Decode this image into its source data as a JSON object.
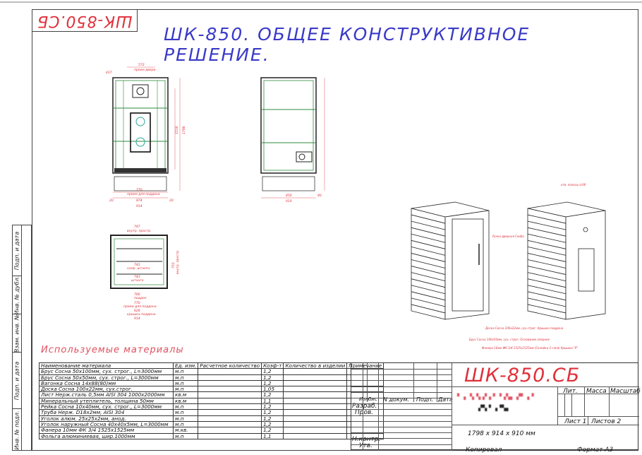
{
  "sheet": {
    "stamp_code": "ШК-850.СБ",
    "title": "ШК-850. ОБЩЕЕ КОНСТРУКТИВНОЕ РЕШЕНИЕ.",
    "side_strip": [
      "Инв. № подл.",
      "Подп. и дата",
      "Взам. инв. №",
      "Инв. № дубл.",
      "Подп. и дата"
    ]
  },
  "drawings": {
    "front_view": {
      "dims": [
        "572",
        "проем двери",
        "437",
        "1798",
        "1518",
        "770",
        "проем для поддона",
        "874",
        "20",
        "914",
        "20"
      ]
    },
    "side_view": {
      "dims": [
        "450",
        "910",
        "40"
      ]
    },
    "plan_view": {
      "dims": [
        "747",
        "внутр. простр.",
        "743",
        "напр. штанги",
        "743",
        "штанга",
        "766",
        "поддон",
        "770",
        "проем для поддона",
        "828",
        "крышка поддона",
        "914",
        "750",
        "внутр. простр."
      ]
    },
    "iso_notes": [
      "Ручка дверная Скиба",
      "Доска Сосна 100х22мм, сух.строг. Крышка поддона",
      "Брус Сосна 100х50мм, сух. строг. Основание опорное",
      "Фанера 10мм ФК 3/4 1525х1525мм (Склейка 2 слоя) Крышка \"Р\"",
      "отв. полосы d.96"
    ]
  },
  "materials": {
    "heading": "Используемые материалы",
    "columns": [
      "Наименование материала",
      "Ед. изм.",
      "Расчетное количество",
      "Коэф-т",
      "Количество в изделии",
      "Примечание"
    ],
    "rows": [
      [
        "Брус Сосна 50х100мм, сух. строг., L=3000мм",
        "м.п",
        "",
        "1,2",
        "",
        ""
      ],
      [
        "Брус Сосна 50х50мм, сух. строг., L=3000мм",
        "м.п",
        "",
        "1,2",
        "",
        ""
      ],
      [
        "Вагонка Сосна 14х88(80)мм",
        "м.п",
        "",
        "1,2",
        "",
        ""
      ],
      [
        "Доска Сосна 100х22мм, сух.строг.",
        "м.п",
        "",
        "1,05",
        "",
        ""
      ],
      [
        "Лист Нерж.сталь 0,5мм AISI 304 1000х2000мм",
        "кв.м",
        "",
        "1,2",
        "",
        ""
      ],
      [
        "Минеральный утеплитель, толщина 50мм",
        "кв.м",
        "",
        "1,1",
        "",
        ""
      ],
      [
        "Рейка Сосна 10х40мм, сух. строг., L=3000мм",
        "м.п",
        "",
        "1,2",
        "",
        ""
      ],
      [
        "Труба Нерж. D18х2мм, AISI 304",
        "м.п",
        "",
        "1,2",
        "",
        ""
      ],
      [
        "Уголок алюм. 25х25х2мм, анод.",
        "м.п",
        "",
        "1,2",
        "",
        ""
      ],
      [
        "Уголок наружный Сосна 40х40х5мм, L=3000мм",
        "м.п",
        "",
        "1,2",
        "",
        ""
      ],
      [
        "Фанера 10мм ФК 3/4 1525х1525мм",
        "м.кв.",
        "",
        "1,2",
        "",
        ""
      ],
      [
        "Фольга алюминиевая, шир.1000мм",
        "м.п",
        "",
        "1,1",
        "",
        ""
      ]
    ]
  },
  "title_block": {
    "code": "ШК-850.СБ",
    "headers": [
      "Изм.",
      "Лист",
      "N докум.",
      "Подп.",
      "Дата"
    ],
    "roles": [
      "Разраб.",
      "Пров.",
      "Н.контр.",
      "Утв."
    ],
    "lit_label": "Лит.",
    "mass_label": "Масса",
    "scale_label": "Масштаб",
    "sheet_label": "Лист 1",
    "sheets_label": "Листов 2",
    "dimensions": "1798 x 914 x 910 мм",
    "copied": "Копировал",
    "format": "Формат А3"
  },
  "colors": {
    "accent_red": "#e0303a",
    "title_blue": "#3a3ac8",
    "frame_green": "#2e8b3e"
  }
}
